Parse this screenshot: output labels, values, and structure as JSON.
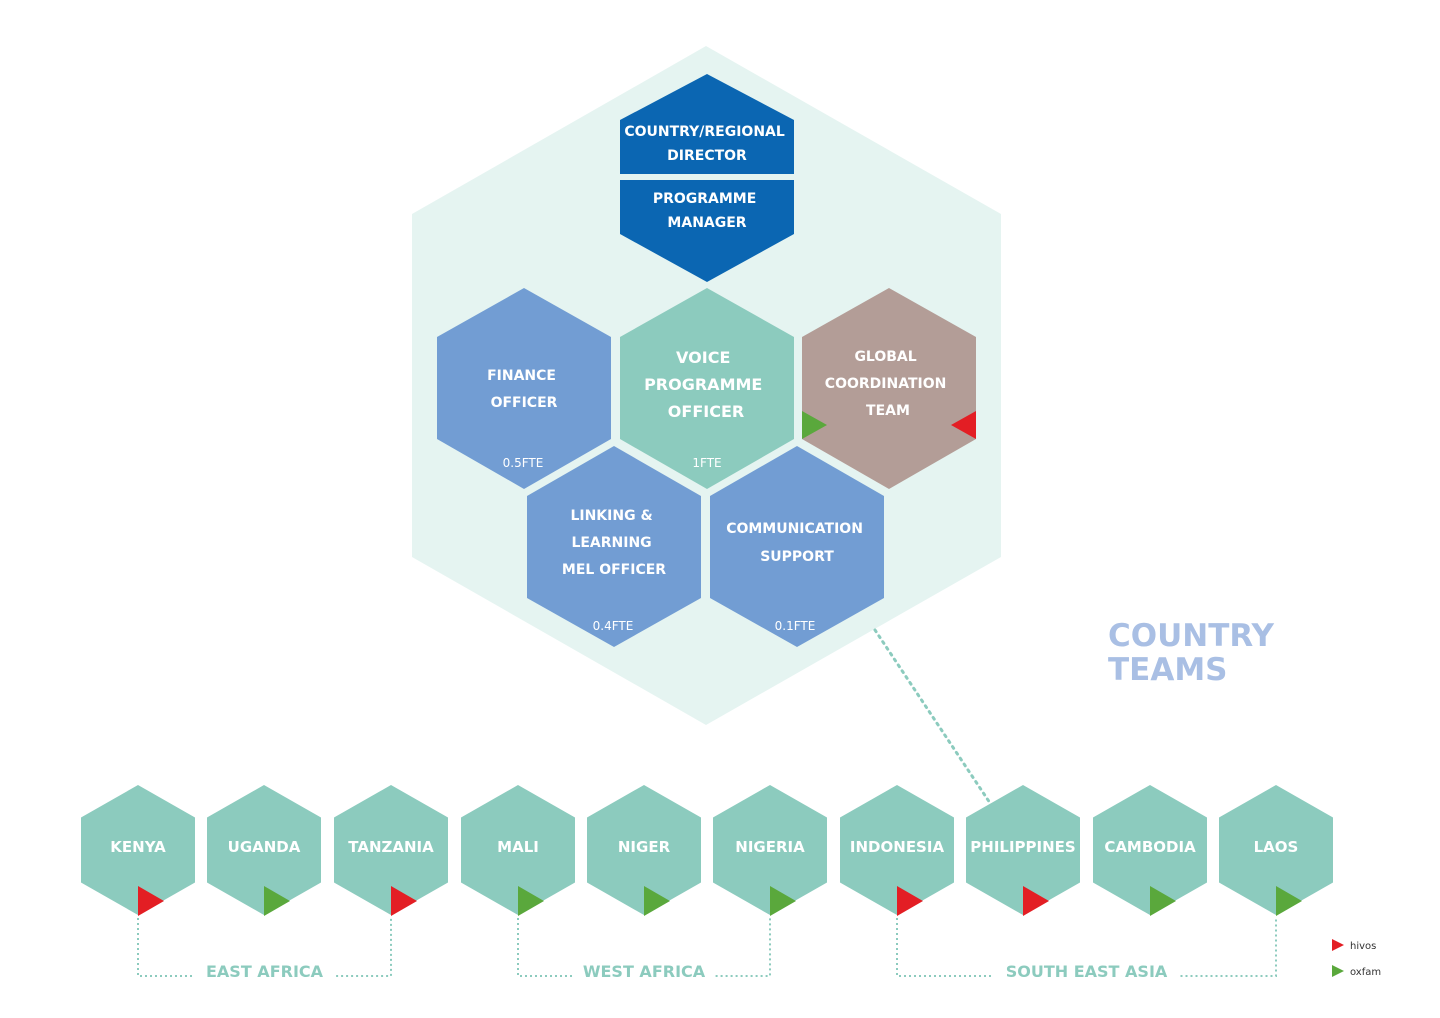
{
  "colors": {
    "hull": "#e5f4f1",
    "navy": "#0b66b2",
    "blue": "#729dd3",
    "teal": "#8ccbbe",
    "brown": "#b39d97",
    "hivos_red": "#e31e24",
    "oxfam_green": "#5aa83c",
    "region_text": "#8ccbbe",
    "title_text": "#a9bfe4"
  },
  "central": {
    "director": {
      "line1": "COUNTRY/REGIONAL",
      "line2": "DIRECTOR"
    },
    "manager": {
      "line1": "PROGRAMME",
      "line2": "MANAGER"
    },
    "finance": {
      "line1": "FINANCE",
      "line2": "OFFICER",
      "fte": "0.5FTE"
    },
    "voice": {
      "line1": "VOICE",
      "line2": "PROGRAMME",
      "line3": "OFFICER",
      "fte": "1FTE"
    },
    "global": {
      "line1": "GLOBAL",
      "line2": "COORDINATION",
      "line3": "TEAM"
    },
    "linking": {
      "line1": "LINKING &",
      "line2": "LEARNING",
      "line3": "MEL OFFICER",
      "fte": "0.4FTE"
    },
    "communication": {
      "line1": "COMMUNICATION",
      "line2": "SUPPORT",
      "fte": "0.1FTE"
    }
  },
  "title": {
    "line1": "COUNTRY",
    "line2": "TEAMS"
  },
  "countries": [
    {
      "name": "KENYA",
      "org": "hivos"
    },
    {
      "name": "UGANDA",
      "org": "oxfam"
    },
    {
      "name": "TANZANIA",
      "org": "hivos"
    },
    {
      "name": "MALI",
      "org": "oxfam"
    },
    {
      "name": "NIGER",
      "org": "oxfam"
    },
    {
      "name": "NIGERIA",
      "org": "oxfam"
    },
    {
      "name": "INDONESIA",
      "org": "hivos"
    },
    {
      "name": "PHILIPPINES",
      "org": "hivos"
    },
    {
      "name": "CAMBODIA",
      "org": "oxfam"
    },
    {
      "name": "LAOS",
      "org": "oxfam"
    }
  ],
  "regions": [
    {
      "name": "EAST AFRICA"
    },
    {
      "name": "WEST AFRICA"
    },
    {
      "name": "SOUTH EAST ASIA"
    }
  ],
  "legend": {
    "hivos": "hivos",
    "oxfam": "oxfam"
  }
}
